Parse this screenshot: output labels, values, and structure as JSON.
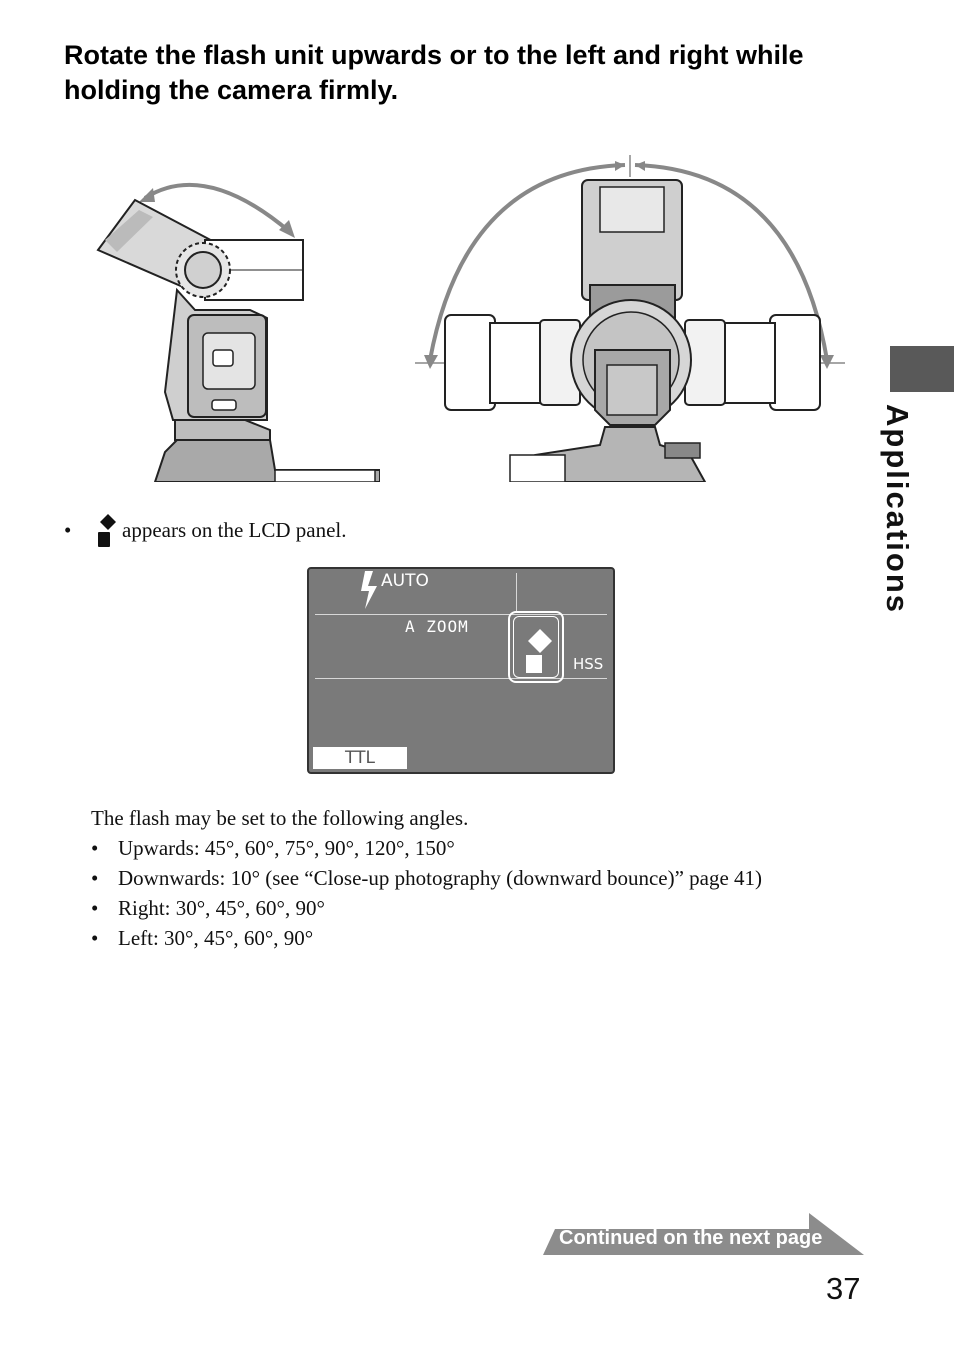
{
  "heading": "Rotate the flash unit upwards or to the left and right while holding the camera firmly.",
  "side_tab": {
    "label": "Applications"
  },
  "note": {
    "bullet": "•",
    "icon": "bounce-indicator-icon",
    "text": "appears on the LCD panel."
  },
  "lcd": {
    "auto": "AUTO",
    "zoom": "A   ZOOM",
    "hss": "HSS",
    "ttl": "TTL",
    "bounce_icon": "bounce-indicator-icon",
    "flash_icon": "flash-bolt-icon"
  },
  "angles": {
    "intro": "The flash may be set to the following angles.",
    "items": [
      "Upwards: 45°, 60°, 75°, 90°, 120°, 150°",
      "Downwards: 10° (see “Close-up photography (downward bounce)” page 41)",
      "Right: 30°, 45°, 60°, 90°",
      "Left: 30°, 45°, 60°, 90°"
    ]
  },
  "footer": {
    "continued": "Continued on the next page",
    "page_number": "37"
  },
  "colors": {
    "tab": "#595959",
    "lcd_bg": "#7a7a7a",
    "banner": "#8c8c8c"
  }
}
